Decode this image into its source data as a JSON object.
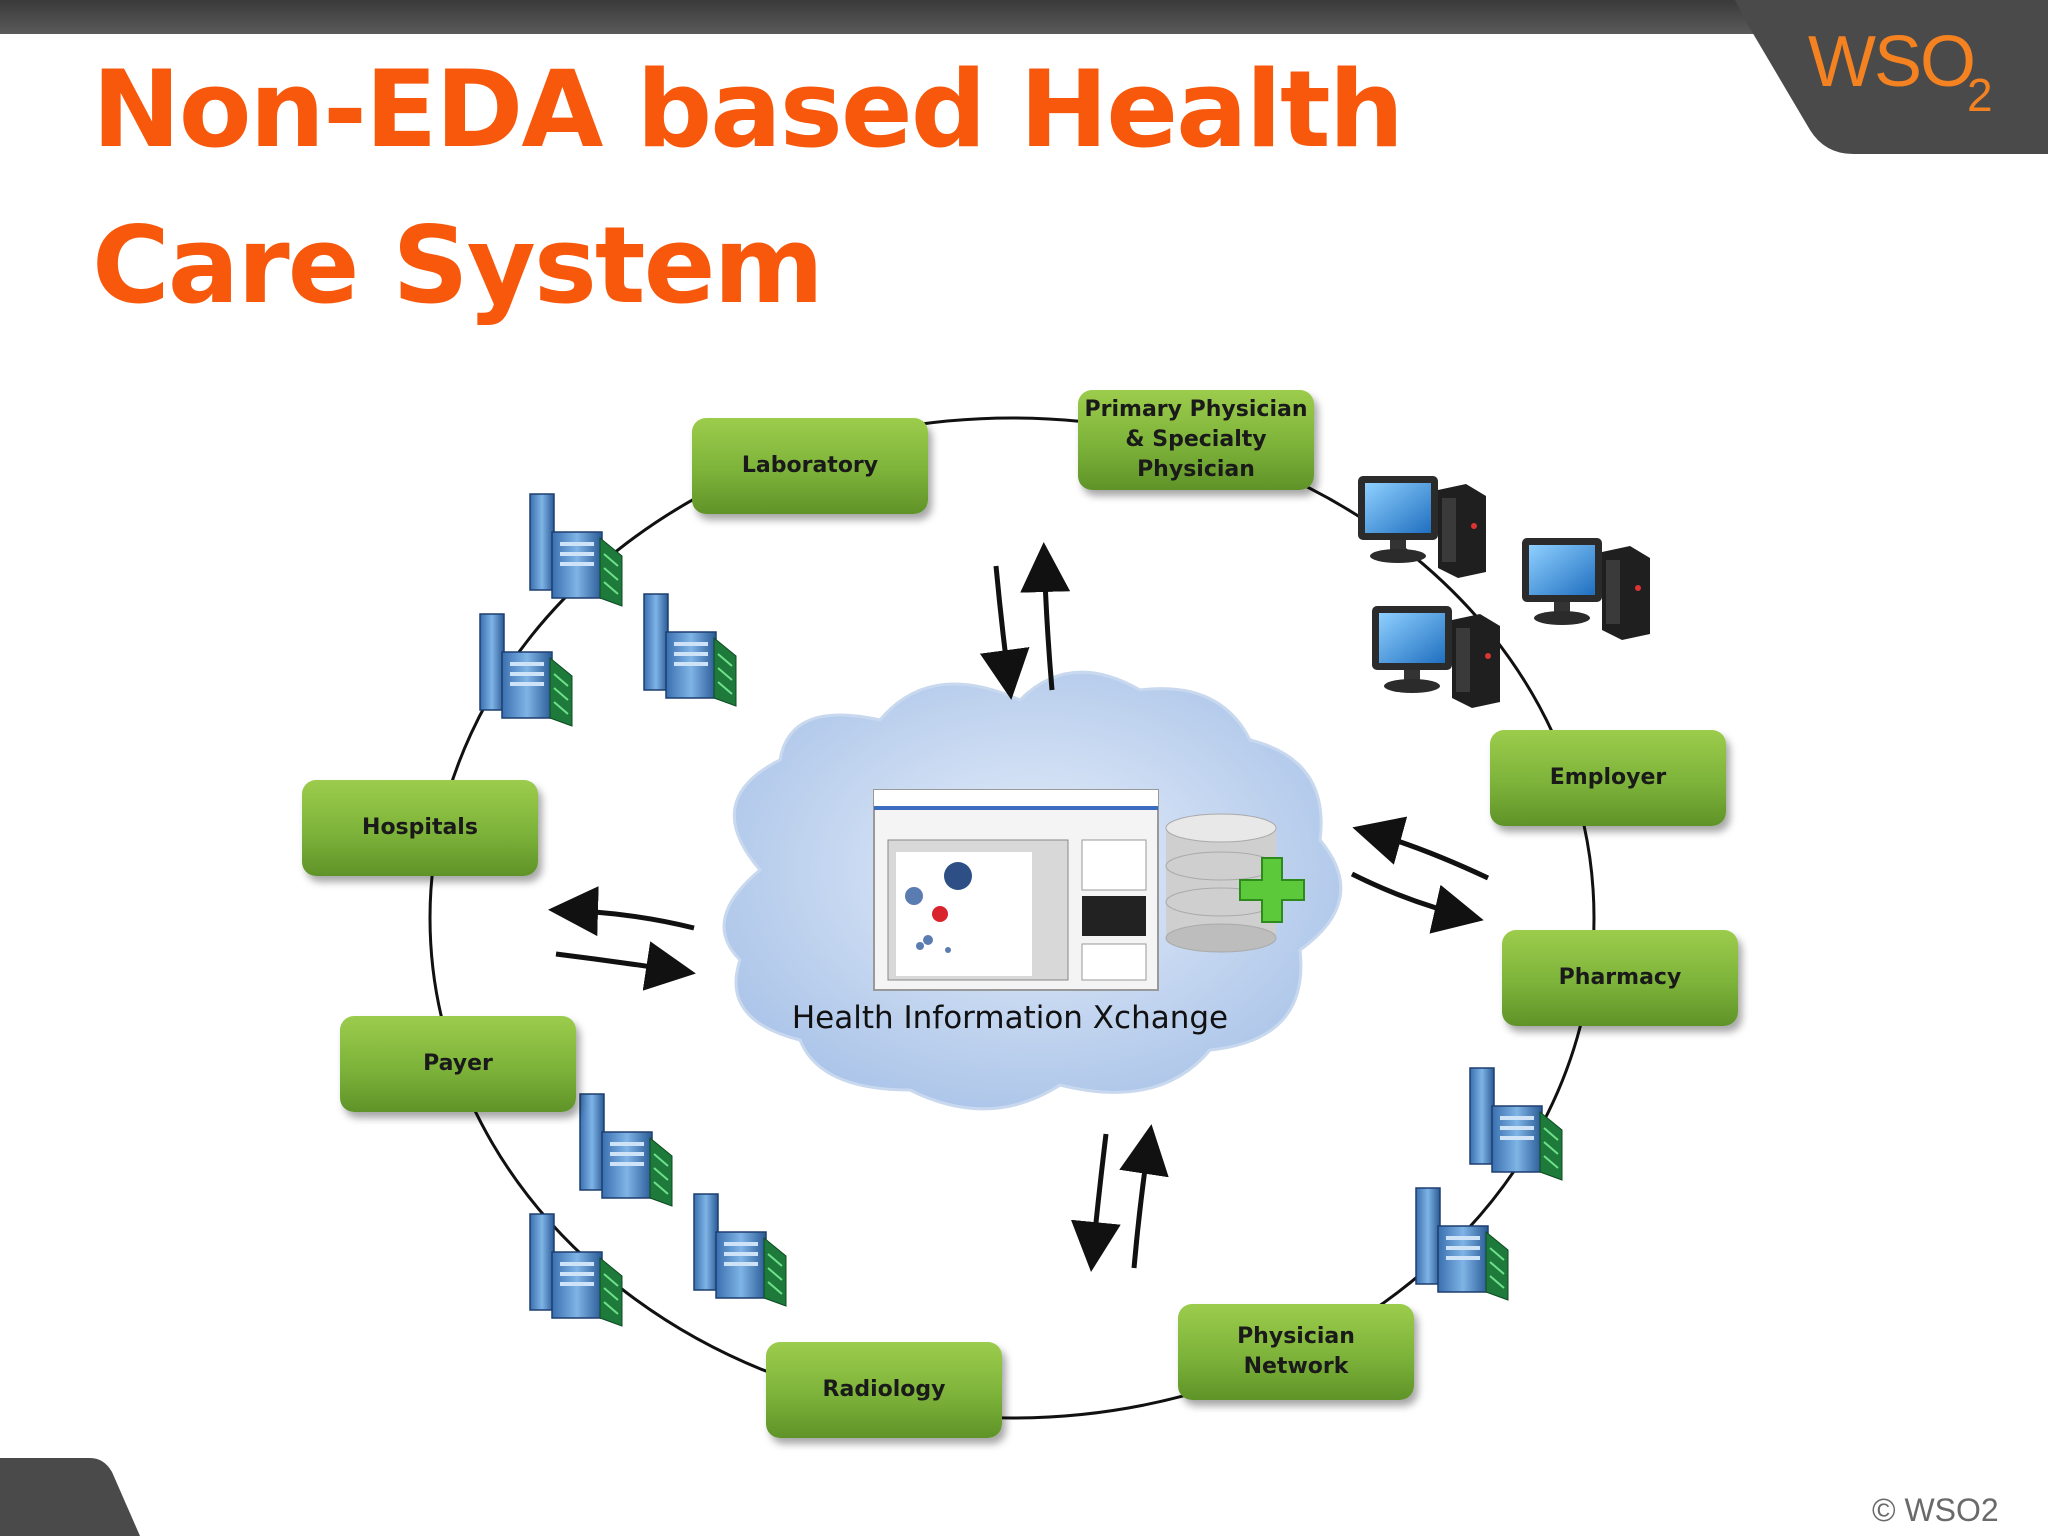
{
  "slide": {
    "title": "Non-EDA based Health Care System",
    "copyright": "© WSO2"
  },
  "logo": {
    "text": "WSO",
    "subscript": "2",
    "color": "#f58220"
  },
  "accent_color": "#f7580c",
  "node_color": "#7db33a",
  "diagram": {
    "center_label": "Health Information Xchange",
    "nodes": {
      "laboratory": "Laboratory",
      "primary_physician": "Primary Physician\n& Specialty\nPhysician",
      "employer": "Employer",
      "pharmacy": "Pharmacy",
      "physician_network": "Physician\nNetwork",
      "radiology": "Radiology",
      "payer": "Payer",
      "hospitals": "Hospitals"
    },
    "icons": [
      "server-icon",
      "desktop-computer-icon",
      "cloud-icon",
      "database-plus-icon",
      "dashboard-screenshot-icon"
    ]
  }
}
